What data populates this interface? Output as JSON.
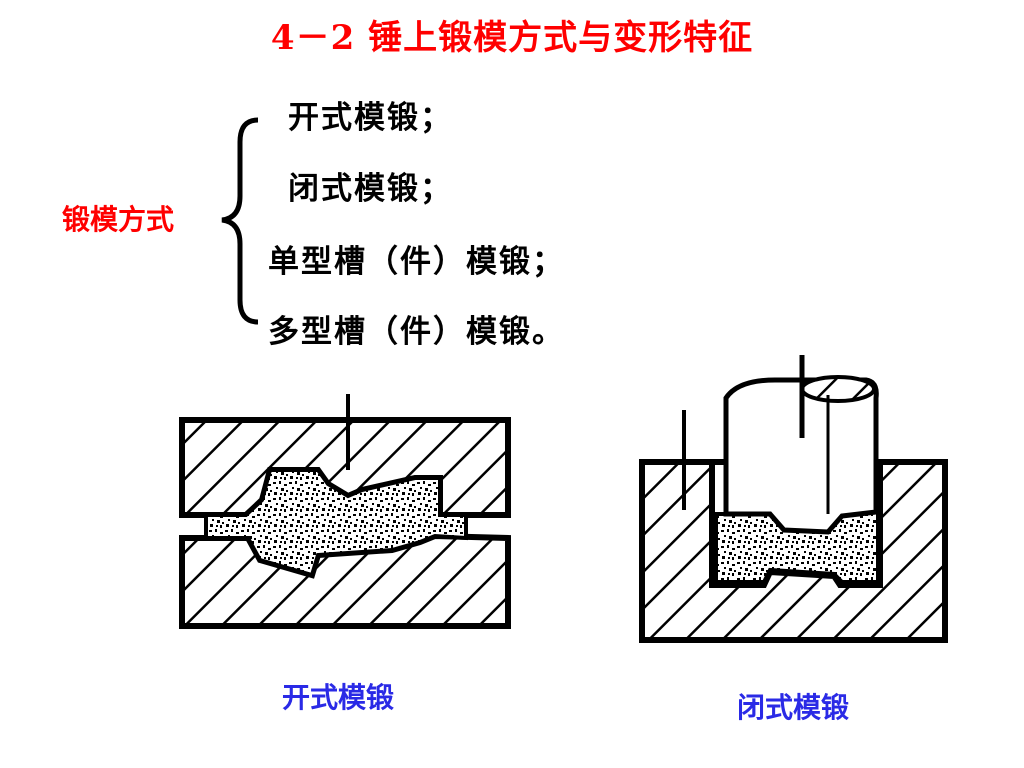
{
  "title": "4－2 锤上锻模方式与变形特征",
  "group_label": "锻模方式",
  "methods": [
    "开式模锻；",
    "闭式模锻；",
    "单型槽（件）模锻；",
    "多型槽（件）模锻。"
  ],
  "captions": {
    "open_die": "开式模锻",
    "closed_die": "闭式模锻"
  },
  "colors": {
    "title": "#ff0000",
    "group_label": "#ff0000",
    "caption": "#2a2ae6",
    "ink": "#000000"
  }
}
